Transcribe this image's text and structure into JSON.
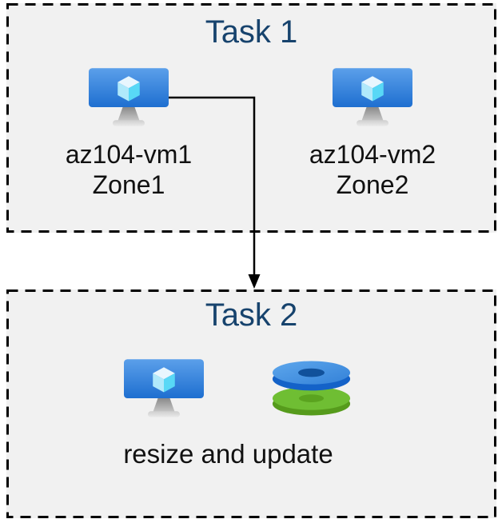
{
  "colors": {
    "page_bg": "#ffffff",
    "box_fill": "#f1f1f1",
    "box_border": "#000000",
    "title_text": "#17436d",
    "body_text": "#111111",
    "arrow": "#000000",
    "vm_screen_top": "#5b9fea",
    "vm_screen_bottom": "#1e6fd0",
    "vm_cube_top": "#e8f6fe",
    "vm_cube_left": "#b0e9fb",
    "vm_cube_right": "#58d8f6",
    "disk_blue_top": "#4792e2",
    "disk_blue_side": "#1462c8",
    "disk_blue_hole": "#11519b",
    "disk_green_top": "#6fbe33",
    "disk_green_side": "#569b1c",
    "disk_green_hole": "#5aa31f"
  },
  "task1": {
    "title": "Task 1",
    "vms": [
      {
        "name": "az104-vm1",
        "zone": "Zone1",
        "icon": "virtual-machine-icon"
      },
      {
        "name": "az104-vm2",
        "zone": "Zone2",
        "icon": "virtual-machine-icon"
      }
    ]
  },
  "task2": {
    "title": "Task 2",
    "caption": "resize and update",
    "icons": [
      "virtual-machine-icon",
      "disks-icon"
    ]
  },
  "connector": {
    "from": "az104-vm1",
    "to": "Task 2",
    "style": "elbow-arrow"
  }
}
